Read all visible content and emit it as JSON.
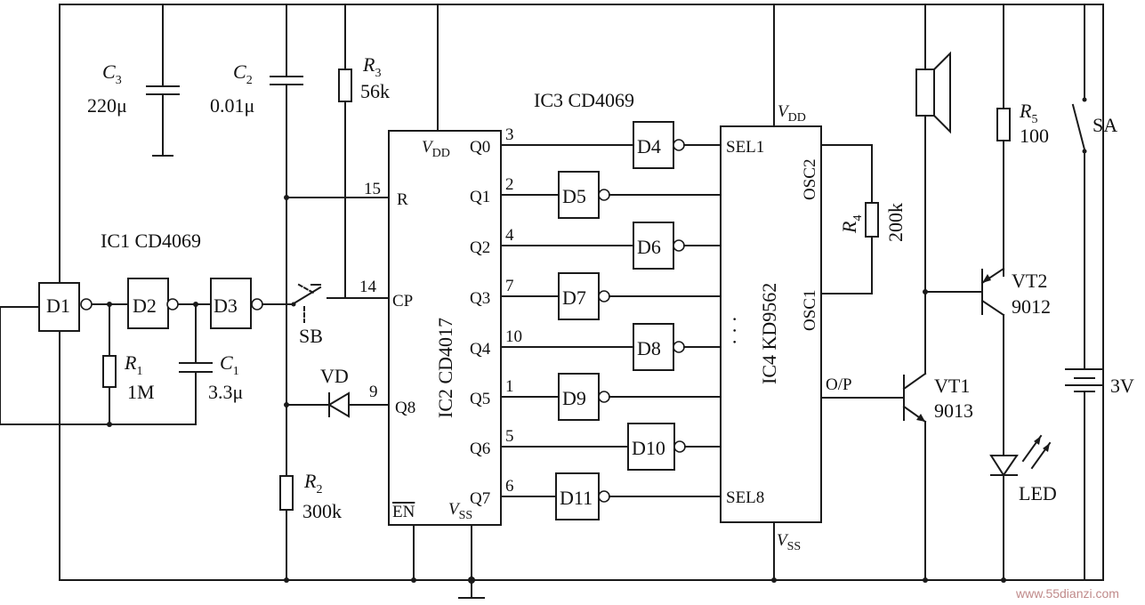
{
  "ic1": {
    "title": "IC1 CD4069",
    "gates": [
      "D1",
      "D2",
      "D3"
    ]
  },
  "ic2": {
    "name": "IC2 CD4017",
    "pins": {
      "vdd": "V",
      "vdd_sub": "DD",
      "r": "R",
      "cp": "CP",
      "q8": "Q8",
      "en": "EN",
      "vss": "V",
      "vss_sub": "SS"
    },
    "pin_numbers": {
      "r": "15",
      "cp": "14",
      "q8": "9"
    },
    "outputs": [
      {
        "name": "Q0",
        "num": "3"
      },
      {
        "name": "Q1",
        "num": "2"
      },
      {
        "name": "Q2",
        "num": "4"
      },
      {
        "name": "Q3",
        "num": "7"
      },
      {
        "name": "Q4",
        "num": "10"
      },
      {
        "name": "Q5",
        "num": "1"
      },
      {
        "name": "Q6",
        "num": "5"
      },
      {
        "name": "Q7",
        "num": "6"
      }
    ]
  },
  "ic3": {
    "title": "IC3 CD4069",
    "gates": [
      "D4",
      "D5",
      "D6",
      "D7",
      "D8",
      "D9",
      "D10",
      "D11"
    ]
  },
  "ic4": {
    "name": "IC4 KD9562",
    "pins": {
      "vdd": "V",
      "vdd_sub": "DD",
      "sel1": "SEL1",
      "sel8": "SEL8",
      "osc2": "OSC2",
      "osc1": "OSC1",
      "op": "O/P",
      "vss": "V",
      "vss_sub": "SS"
    },
    "dots": "·  ·  ·"
  },
  "components": {
    "c3": {
      "name": "C",
      "sub": "3",
      "value": "220μ"
    },
    "c2": {
      "name": "C",
      "sub": "2",
      "value": "0.01μ"
    },
    "r3": {
      "name": "R",
      "sub": "3",
      "value": "56k"
    },
    "r1": {
      "name": "R",
      "sub": "1",
      "value": "1M"
    },
    "c1": {
      "name": "C",
      "sub": "1",
      "value": "3.3μ"
    },
    "r2": {
      "name": "R",
      "sub": "2",
      "value": "300k"
    },
    "r4": {
      "name": "R",
      "sub": "4",
      "value": "200k"
    },
    "r5": {
      "name": "R",
      "sub": "5",
      "value": "100"
    },
    "sb": "SB",
    "vd": "VD",
    "sa": "SA",
    "vt1": {
      "name": "VT1",
      "value": "9013"
    },
    "vt2": {
      "name": "VT2",
      "value": "9012"
    },
    "battery": "3V",
    "led": "LED"
  },
  "watermark": "www.55dianzi.com"
}
